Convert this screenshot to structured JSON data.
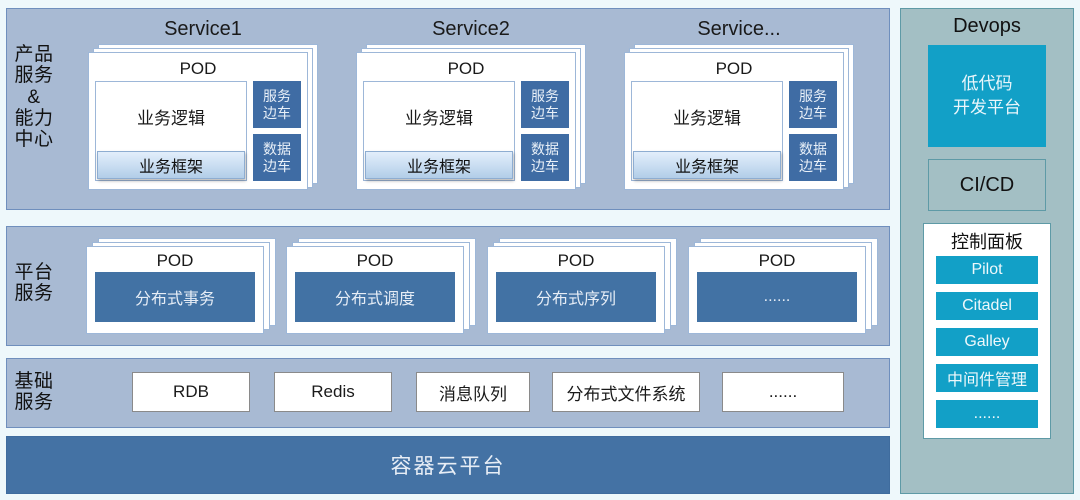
{
  "rows": {
    "product": {
      "label": "产品\n服务\n&\n能力\n中心"
    },
    "platform": {
      "label": "平台\n服务"
    },
    "basic": {
      "label": "基础\n服务"
    }
  },
  "service_groups": [
    {
      "title": "Service1",
      "pod_label": "POD",
      "business_logic": "业务逻辑",
      "business_framework": "业务框架",
      "sidecars": [
        {
          "line1": "服务",
          "line2": "边车"
        },
        {
          "line1": "数据",
          "line2": "边车"
        }
      ]
    },
    {
      "title": "Service2",
      "pod_label": "POD",
      "business_logic": "业务逻辑",
      "business_framework": "业务框架",
      "sidecars": [
        {
          "line1": "服务",
          "line2": "边车"
        },
        {
          "line1": "数据",
          "line2": "边车"
        }
      ]
    },
    {
      "title": "Service...",
      "pod_label": "POD",
      "business_logic": "业务逻辑",
      "business_framework": "业务框架",
      "sidecars": [
        {
          "line1": "服务",
          "line2": "边车"
        },
        {
          "line1": "数据",
          "line2": "边车"
        }
      ]
    }
  ],
  "platform_pods": [
    {
      "pod_label": "POD",
      "name": "分布式事务"
    },
    {
      "pod_label": "POD",
      "name": "分布式调度"
    },
    {
      "pod_label": "POD",
      "name": "分布式序列"
    },
    {
      "pod_label": "POD",
      "name": "......"
    }
  ],
  "basic_services": [
    "RDB",
    "Redis",
    "消息队列",
    "分布式文件系统",
    "......"
  ],
  "cloud_platform": {
    "label": "容器云平台"
  },
  "devops": {
    "title": "Devops",
    "lowcode": {
      "line1": "低代码",
      "line2": "开发平台"
    },
    "cicd": "CI/CD",
    "control_panel": {
      "title": "控制面板",
      "items": [
        "Pilot",
        "Citadel",
        "Galley",
        "中间件管理",
        "......"
      ]
    }
  },
  "colors": {
    "page_background": "#eef8fb",
    "band_fill": "#a8bad3",
    "band_border": "#6f8fbd",
    "sidecar_blue": "#3f6ca4",
    "platform_blue": "#4272a4",
    "cloud_bar_blue": "#4472a4",
    "devops_fill": "#a3bfc4",
    "devops_border": "#5e9aa6",
    "accent_cyan": "#12a0c7"
  }
}
